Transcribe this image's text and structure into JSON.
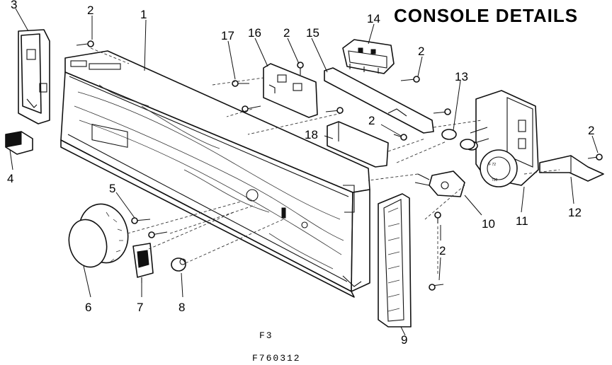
{
  "title": "CONSOLE DETAILS",
  "callouts": {
    "c1": "1",
    "c2a": "2",
    "c2b": "2",
    "c2c": "2",
    "c2d": "2",
    "c2e": "2",
    "c2f": "2",
    "c3": "3",
    "c4": "4",
    "c5": "5",
    "c6": "6",
    "c7": "7",
    "c8": "8",
    "c9": "9",
    "c10": "10",
    "c11": "11",
    "c12": "12",
    "c13": "13",
    "c14": "14",
    "c15": "15",
    "c16": "16",
    "c17": "17",
    "c18": "18"
  },
  "figure": {
    "label": "F3",
    "code": "F760312"
  }
}
